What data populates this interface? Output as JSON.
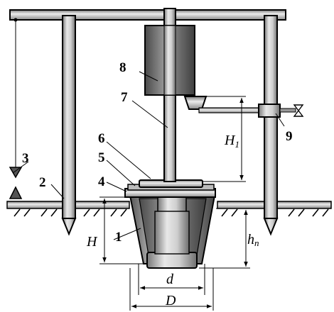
{
  "labels": {
    "n1": "1",
    "n2": "2",
    "n3": "3",
    "n4": "4",
    "n5": "5",
    "n6": "6",
    "n7": "7",
    "n8": "8",
    "n9": "9"
  },
  "dimensions": {
    "H": "H",
    "H1_main": "H",
    "H1_sub": "1",
    "hn_main": "h",
    "hn_sub": "n",
    "d": "d",
    "D": "D"
  }
}
